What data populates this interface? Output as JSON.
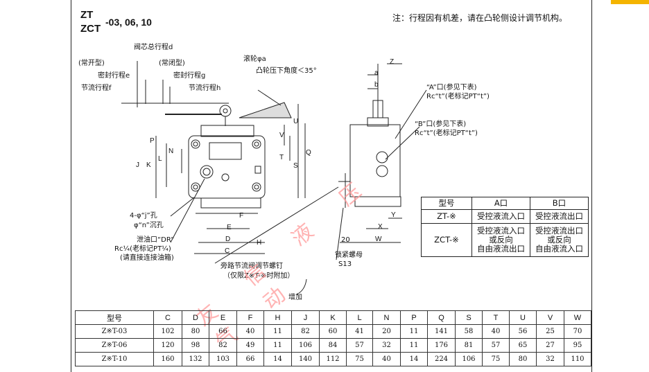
{
  "header": {
    "title_line1": "ZT",
    "title_line2": "ZCT",
    "title_suffix": "-03, 06, 10",
    "note": "注：行程因有机差，请在凸轮侧设计调节机构。"
  },
  "drawing_labels": {
    "spool_total_stroke": "阀芯总行程d",
    "normally_open": "(常开型)",
    "normally_closed": "(常闭型)",
    "seal_stroke_e": "密封行程e",
    "seal_stroke_g": "密封行程g",
    "throttle_stroke_f": "节流行程f",
    "throttle_stroke_h": "节流行程h",
    "roller": "滚轮φa",
    "cam_angle": "凸轮压下角度＜35°",
    "hole_j": "4-φ“j”孔",
    "counterbore_n": "φ“n”沉孔",
    "drain_port": "泄油口“DR”",
    "drain_thread": "Rc¼(老标记PT¼)",
    "drain_note": "(请直接连接油箱)",
    "bypass_screw": "旁路节流阀调节螺钉",
    "bypass_note": "（仅限Z※T-※时附加）",
    "increase": "增加",
    "lock_nut": "锁紧螺母",
    "lock_nut_size": "S13",
    "port_a": "“A”口(参见下表)",
    "port_a_thread": "Rc“t”(老标记PT“t”)",
    "port_b": "“B”口(参见下表)",
    "port_b_thread": "Rc“t”(老标记PT“t”)",
    "dim_20": "20",
    "watermark": "友信液压气动"
  },
  "dim_letters": {
    "P": "P",
    "N": "N",
    "L": "L",
    "K": "K",
    "J": "J",
    "V": "V",
    "T": "T",
    "S": "S",
    "U": "U",
    "Q": "Q",
    "F": "F",
    "E": "E",
    "D": "D",
    "H": "H",
    "C": "C",
    "Z": "Z",
    "a": "a",
    "b": "b",
    "Y": "Y",
    "X": "X",
    "W": "W"
  },
  "port_table": {
    "headers": [
      "型号",
      "A口",
      "B口"
    ],
    "rows": [
      {
        "model": "ZT-※",
        "a": "受控液流入口",
        "b": "受控液流出口"
      },
      {
        "model": "ZCT-※",
        "a": "受控液流入口\n或反向\n自由液流出口",
        "b": "受控液流出口\n或反向\n自由液流入口"
      }
    ]
  },
  "dims_table": {
    "headers": [
      "型号",
      "C",
      "D",
      "E",
      "F",
      "H",
      "J",
      "K",
      "L",
      "N",
      "P",
      "Q",
      "S",
      "T",
      "U",
      "V",
      "W"
    ],
    "rows": [
      [
        "Z※T-03",
        "102",
        "80",
        "66",
        "40",
        "11",
        "82",
        "60",
        "41",
        "20",
        "11",
        "141",
        "58",
        "40",
        "56",
        "25",
        "70"
      ],
      [
        "Z※T-06",
        "120",
        "98",
        "82",
        "49",
        "11",
        "106",
        "84",
        "57",
        "32",
        "11",
        "176",
        "81",
        "57",
        "65",
        "27",
        "95"
      ],
      [
        "Z※T-10",
        "160",
        "132",
        "103",
        "66",
        "14",
        "140",
        "112",
        "75",
        "40",
        "14",
        "224",
        "106",
        "75",
        "80",
        "32",
        "110"
      ]
    ]
  }
}
